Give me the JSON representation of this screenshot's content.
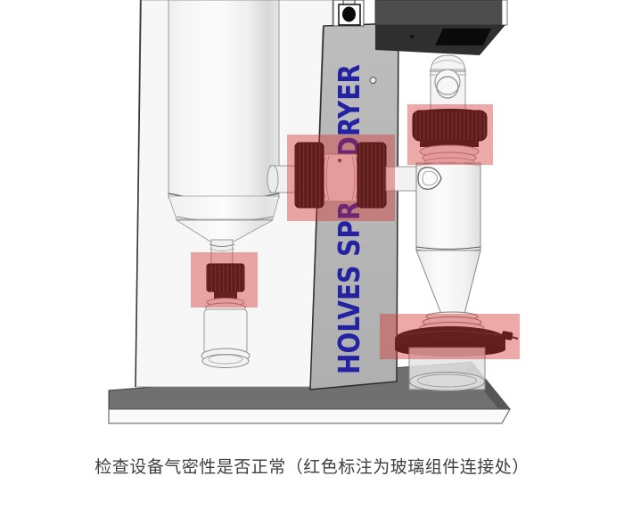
{
  "page": {
    "background_color": "#ffffff"
  },
  "machine": {
    "brand_label": "HOLVES SPRAY DRYER",
    "brand_color": "#2222a2"
  },
  "annotations": {
    "highlight_color": "#d32f2f",
    "highlight_opacity": "0.42"
  },
  "caption": {
    "text": "检查设备气密性是否正常（红色标注为玻璃组件连接处）",
    "color": "#3f3f3f"
  }
}
